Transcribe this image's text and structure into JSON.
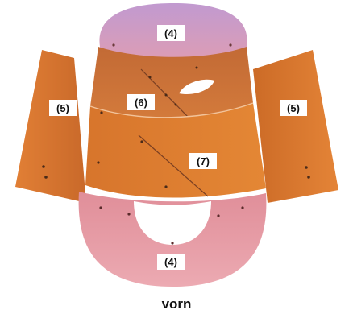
{
  "parts": {
    "top_saddle": {
      "label": "(4)"
    },
    "left_cheek": {
      "label": "(5)"
    },
    "right_cheek": {
      "label": "(5)"
    },
    "back_upper": {
      "label": "(6)"
    },
    "front_lower": {
      "label": "(7)"
    },
    "bottom_saddle": {
      "label": "(4)"
    }
  },
  "caption": "vorn",
  "colors": {
    "saddle_pink": "#e79fac",
    "saddle_purple": "#c79ac7",
    "leather_orange": "#d9782c",
    "leather_dark": "#b85f1f",
    "stitch": "#4a2a18"
  }
}
